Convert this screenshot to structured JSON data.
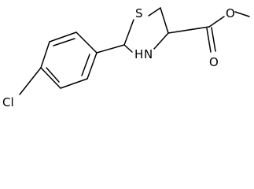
{
  "molecule": {
    "atoms": {
      "sulfur": "S",
      "nitrogen_h": "H",
      "nitrogen": "N",
      "carbonyl_oxygen": "O",
      "ester_oxygen": "O",
      "chlorine": "Cl"
    }
  }
}
